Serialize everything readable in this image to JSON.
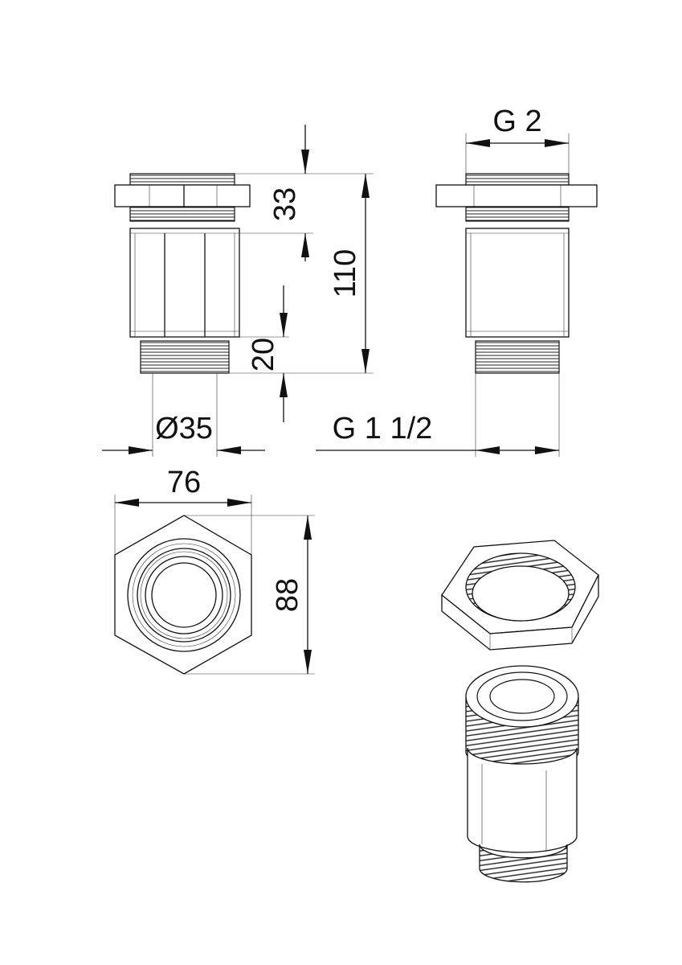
{
  "dimensions": {
    "top_height": "33",
    "total_height": "110",
    "bottom_height": "20",
    "thread_top": "G 2",
    "thread_bottom": "G 1 1/2",
    "inner_diameter": "Ø35",
    "nut_width": "76",
    "nut_height": "88"
  }
}
